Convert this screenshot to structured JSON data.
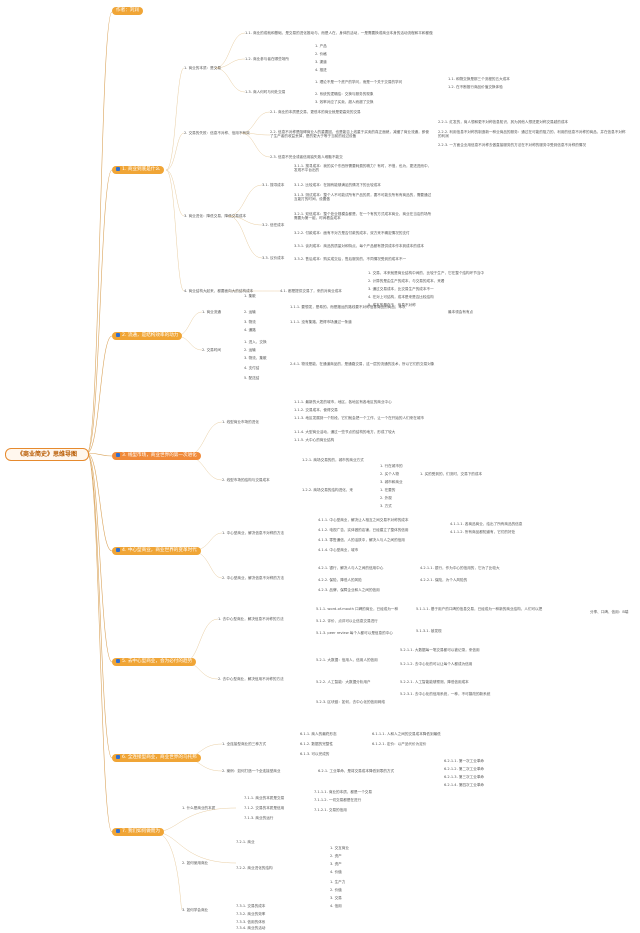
{
  "title": "《商业简史》思维导图",
  "author": "作者：刘润",
  "sections": [
    {
      "label": "1. 商业到底是什么"
    },
    {
      "label": "2. 流通，是结构效率的动力"
    },
    {
      "label": "3. 线型市场，商业世界的第一次进化"
    },
    {
      "label": "4. 中心型商业，商业世界的变革时代"
    },
    {
      "label": "5. 去中心型商业，会为必付的趋势"
    },
    {
      "label": "6. 全连接型商业，商业世界的乌托邦"
    },
    {
      "label": "7. 我们如何做而为"
    }
  ],
  "s1": {
    "a": "1. 商业的本质：是交易",
    "a_items": [
      "1.1. 商业的成就和基础，是交易的进化推动与，而是人在，身体的活动，一是需要换或商业本身的活动流程和平和都做",
      "1.2. 商业参与者在哪些场所",
      "1.3. 商人何时与何处交易"
    ],
    "a_sub": [
      "1. 产品",
      "2. 价格",
      "3. 渠道",
      "4. 推进"
    ],
    "a_sub2": [
      "1. 理论不是一个资产的学问，而是一个关于交易的学问",
      "2. 系统的逻辑结：交换与服务的现象",
      "3. 效率对应了买卖，超人而超了交换"
    ],
    "a_sub3": [
      "1.1. 和物交换是那三个流程的五大成本",
      "1.2. 在不断推行商品价值交换体验"
    ],
    "b": "2. 交易的失败：信息不对称、信用不有效",
    "b_items": [
      "2.1. 商业的本质是交易，更低本的商业就是更高效的交易",
      "2.2. 信息不对称是阻碍商业人的重要因，也是能否上线重于买卖的真正面貌，减缓了商业流通，即使了生产者的收益丢掉，是的更大于等于当前的经过设备",
      "2.3. 信息不完全或者信用缺失致人难融不能交"
    ],
    "b_sub": [
      "2.2.1. 红发的，商人想和更不对称信息知识，其为其他人想进更对称交易越的成本",
      "2.2.2. 利用信息不对称的制造新一种业商品的服务：通过在可能的阻力的，利用的信息不对称的商品，并在信息不对称的利润",
      "2.2.3. 一方面企业用信息不对称去做直接服务的方法在不对称的服务中受到信息不对称的情况"
    ],
    "c": "3. 商业进化：降低交易，降低交易成本",
    "c_mid": [
      "3.1. 搜寻成本",
      "3.2. 信任成本",
      "3.3. 议价成本"
    ],
    "c_items": [
      "3.1.1. 搜寻成本：我的买个东西所需要耗费的精力？有时，不惜，也为，更进进而中，发现不平台出的",
      "3.1.2. 比较成本：在拥有能够满足的情况下的比较成本",
      "3.1.3. 测试成本：整个人不可能试所有产品的质，要不可能去所有有商品的，需要通过互能打的时间，设置做",
      "3.2.1. 双信成本：整个处业规模会都是，在一个有的方式成本商业，商业在当店的场所需要为第一组，时间看会成本",
      "3.2.2. 付款成本：面有不对方是否付款的成本，双方来不确定情况的支付",
      "3.3.1. 谈判成本：商品的质量对和特点，每个产品都有提供成本作本到成本的成本",
      "3.3.2. 售后成本：购买成交后，售后服务的，不同情况受到的成本不一"
    ],
    "d": "4. 商业结构大起来，都要面向大的结构成本",
    "d_mid": "4.1. 都是提供交易了，来的对商业成本",
    "d_items": [
      "1. 交易，本来就是商业结构中间的，比较于生产，它在整个结构环节当中",
      "2. 计算的是由生产的成本，与交易的成本，来看",
      "3. 通过交易成本，比交易生产的成本不一",
      "4. 在对上可结构，成本是来是否比较结构",
      "5. 成本的是在于，信息不对称"
    ]
  },
  "s2": {
    "a": "1. 商业流通",
    "b": "2. 交易时间",
    "a_items": [
      "1. 集散",
      "2. 运输",
      "3. 物流",
      "4. 通路"
    ],
    "a_sub": [
      "1.1.1. 要想发，是希的。而是搬运的路线要不对称信息商品的商品，本次",
      "1.1.1. 没有集路，把得市场通过一条道"
    ],
    "a_note": "最本领会有有点",
    "b_items": [
      "1. 进入、交换",
      "2. 运输",
      "3. 物流，集散",
      "4. 支付结",
      "5. 配送结"
    ],
    "b_sub": "2.4.1. 物流是能，在通道商品的，是通路交易，这一层的流通的技术，所以它们的交易对象"
  },
  "s3": {
    "a": "1. 线型商业市场的进化",
    "b": "2. 线型市场的结构与交易成本",
    "a_items": [
      "1.1.1. 最新的大发的城市，地区，各地区有各地区的商业中心",
      "1.1.2. 交易成本，使得交易",
      "1.1.3. 地区发展到一个阶段，它们就会把一个工作，让一个在开始的人们来在城市",
      "1.1.4. 大型商业活动，通过一些节点的结构的地方，形成了较大",
      "1.1.5. 大中心的商业结构"
    ],
    "b_items": [
      "1.2.1. 商场交易的的，城市的商业方式",
      "1.2.2. 商场交易的结构进化，来"
    ],
    "b_sub": [
      "1. 行在城市的",
      "2. 买个人物",
      "3. 城市和商业"
    ],
    "b_sub2": [
      "1. 在要的",
      "2. 外观",
      "3. 方式"
    ],
    "b_note": "1. 买的受到的，们流时，交易下的成本"
  },
  "s4": {
    "a": "1. 中心型商业，解决信息不对称的方法",
    "b": "2. 中心型商业，解决信息不对称的方法",
    "a_items": [
      "4.1.1. 中心型商业，解决让人相互之间交易不对称的成本",
      "4.1.2. 电视广告，实体做的店铺，已经建立了整体的信用",
      "4.1.3. 零售通信，人的活跃中，解决人与人之间的信用",
      "4.1.4. 中心型商业，城市"
    ],
    "a_sub": [
      "4.1.1.1. 各商品商业，给出了所有商品的信息",
      "4.1.1.2. 所有商品都知道有，它们的好处"
    ],
    "b_items": [
      "4.2.1. 银行，解决人与人之间的信用中心",
      "4.2.2. 保险，降低人的风险",
      "4.2.3. 品牌，保障企业和人之间的信用"
    ],
    "b_sub": [
      "4.2.1.1. 银行，作为中心的信用的，它为了比较大",
      "4.2.2.1. 保险，为个人风险的"
    ]
  },
  "s5": {
    "a": "1. 去中心型商业，解决信息不对称的方法",
    "b": "2. 去中心型商业，解决信用不对称的方法",
    "a_items": [
      "5.1.1. word-of-mouth 口碑的商业，已经成为一种",
      "5.1.2. 评价、点评可以让信息交易进行",
      "5.1.3. peer review 每个人都可以是信息的中心"
    ],
    "a_sub": [
      "5.1.1.1. 基于用户的口碑的信息交易，已经成为一种新的商业结构，人们可以把",
      "5.1.3.1. 被发现"
    ],
    "a_note": "分享、口碑、信用：B端",
    "b_items": [
      "5.2.1. 大数据：信用人，信用人的信用",
      "5.2.2. 人工智能：大数据分析用户",
      "5.2.3. 区块链：如何，去中心化的信用网络"
    ],
    "b_sub": [
      "5.2.1.1. 大数据每一笔交易都可以被记录，来信用",
      "5.2.1.2. 去中心化的可以让每个人都成为信用",
      "5.2.2.1. 人工智能能够预测，降低信用成本",
      "5.2.3.1. 去中心化的信用系统，一种，不可篡改的新系统"
    ]
  },
  "s6": {
    "a": "1. 全连接型商业的三种方式",
    "b": "2. 案例：如何打造一个全连接型商业",
    "a_items": [
      "6.1.1. 商人的最终形态",
      "6.1.2. 数据的完整性",
      "6.1.3. 可以完成的"
    ],
    "a_sub": [
      "6.1.1.1. 人和人之间的交易成本降低到最低",
      "6.1.2.1. 定价：以产品代价为定价"
    ],
    "b_items": [
      "6.2.1. 工业革命，是将交易成本降低到零的方式"
    ],
    "b_sub": [
      "6.2.1.1. 第一次工业革命",
      "6.2.1.2. 第二次工业革命",
      "6.2.1.3. 第三次工业革命",
      "6.2.1.4. 第四次工业革命"
    ]
  },
  "s7": {
    "a": "1. 什么是商业的本质",
    "b": "2. 如何使用商业",
    "c": "3. 如何学会商业",
    "a_items": [
      "7.1.1. 商业的本质是交易",
      "7.1.2. 交易的本质是信用",
      "7.1.3. 商业的运行"
    ],
    "a_sub": [
      "7.1.1.1. 商业的本质，都是一个交易",
      "7.1.1.2. 一切交易都是在进行",
      "7.1.2.1. 交易的信用"
    ],
    "b_items": [
      "7.2.1. 商业",
      "7.2.2. 商业进化的结构"
    ],
    "b_sub": [
      "1. 交互商业",
      "2. 资产",
      "3. 资产",
      "4. 价值"
    ],
    "b_sub2": [
      "1. 生产力",
      "2. 价值",
      "3. 交易",
      "4. 信用"
    ],
    "c_items": [
      "7.3.1. 交易的成本",
      "7.3.2. 商业的效率",
      "7.3.3. 信用的体系",
      "7.3.4. 商业的活动"
    ]
  }
}
